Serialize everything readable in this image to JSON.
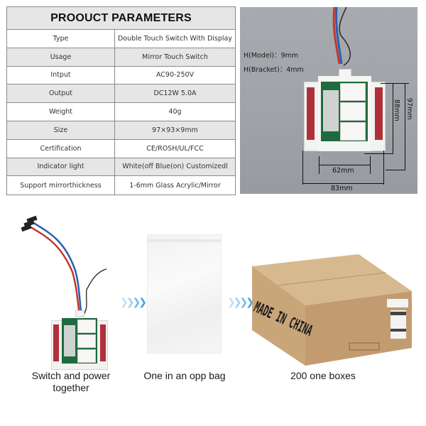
{
  "parameters": {
    "title": "PROOUCT PARAMETERS",
    "rows": [
      {
        "key": "Type",
        "value": "Double Touch Switch With Display"
      },
      {
        "key": "Usage",
        "value": "Mirror Touch Switch"
      },
      {
        "key": "Intput",
        "value": "AC90-250V"
      },
      {
        "key": "Output",
        "value": "DC12W 5.0A"
      },
      {
        "key": "Weight",
        "value": "40g"
      },
      {
        "key": "Size",
        "value": "97×93×9mm"
      },
      {
        "key": "Certification",
        "value": "CE/ROSH/UL/FCC"
      },
      {
        "key": "Indicator light",
        "value": "White(off Blue(on) Customizedl"
      },
      {
        "key": "Support mirrorthickness",
        "value": "1-6mm Glass Acrylic/Mirror"
      }
    ]
  },
  "dimension_photo": {
    "height_model": "H(Model)：9mm",
    "height_bracket": "H(Bracket)：4mm",
    "dim_62": "62mm",
    "dim_83": "83mm",
    "dim_88": "88mm",
    "dim_97": "97mm"
  },
  "packaging": {
    "steps": [
      {
        "label_line1": "Switch and power",
        "label_line2": "together"
      },
      {
        "label_line1": "One in an opp bag",
        "label_line2": ""
      },
      {
        "label_line1": "200 one boxes",
        "label_line2": ""
      }
    ],
    "box_print": "MADE IN CHINA",
    "arrow_glyph": "›",
    "colors": {
      "arrow": "#3ea3e0",
      "cardboard": "#c9a57a",
      "tape": "#b0303a",
      "pcb": "#1f6b3f"
    }
  }
}
